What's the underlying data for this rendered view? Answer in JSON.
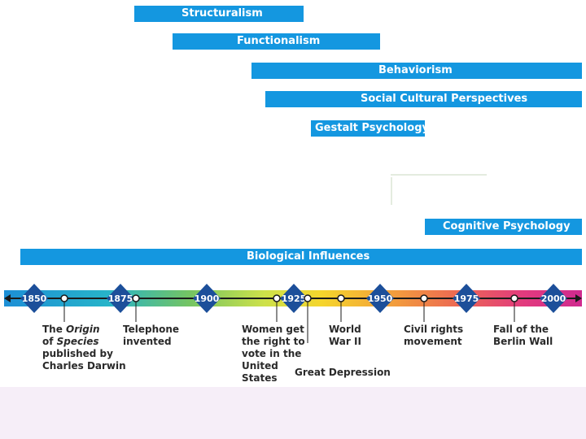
{
  "colors": {
    "bar": "#1497e0",
    "bar_text": "#ffffff",
    "tick_marker": "#1c4f9a",
    "tick_text": "#ffffff",
    "event_text": "#2a2a2a",
    "bottom_band": "#f6eef8"
  },
  "eras": [
    {
      "label": "Structuralism"
    },
    {
      "label": "Functionalism"
    },
    {
      "label": "Behaviorism"
    },
    {
      "label": "Social Cultural Perspectives"
    },
    {
      "label": "Gestalt Psychology"
    },
    {
      "label": "Cognitive Psychology"
    },
    {
      "label": "Biological Influences"
    }
  ],
  "timeline": {
    "ticks": [
      "1850",
      "1875",
      "1900",
      "1925",
      "1950",
      "1975",
      "2000"
    ]
  },
  "events": [
    {
      "line1_a": "The ",
      "line1_b": "Origin",
      "line2_a": "of ",
      "line2_b": "Species",
      "line3": "published by",
      "line4": "Charles Darwin"
    },
    {
      "line1": "Telephone",
      "line2": "invented"
    },
    {
      "line1": "Women get",
      "line2": "the right to",
      "line3": "vote in the",
      "line4": "United",
      "line5": "States"
    },
    {
      "line1": "Great Depression"
    },
    {
      "line1": "World",
      "line2": "War II"
    },
    {
      "line1": "Civil rights",
      "line2": "movement"
    },
    {
      "line1": "Fall of the",
      "line2": "Berlin Wall"
    }
  ]
}
